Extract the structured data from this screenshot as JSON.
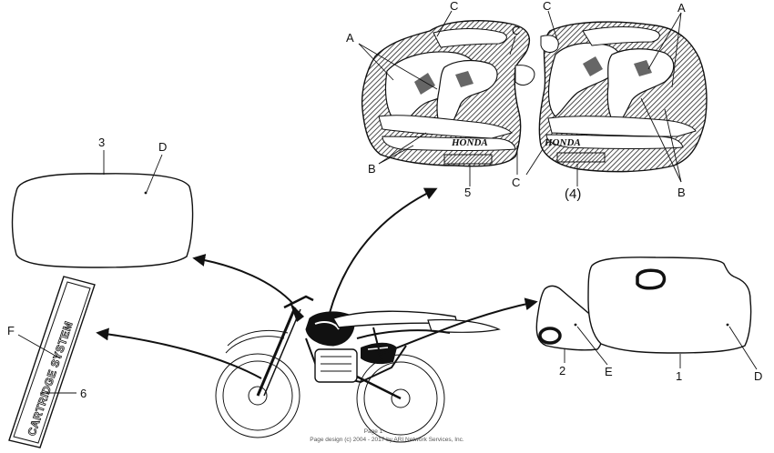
{
  "parts": {
    "p1": "1",
    "p2": "2",
    "p3": "3",
    "p4": "(4)",
    "p5": "5",
    "p6": "6"
  },
  "callouts": {
    "a": "A",
    "b": "B",
    "c": "C",
    "d": "D",
    "e": "E",
    "f": "F"
  },
  "decal_text": {
    "brand": "HONDA",
    "cartridge": "CARTRIDGE SYSTEM"
  },
  "footer": {
    "line1": "Page 1",
    "line2": "Page design (c) 2004 - 2017 by ARI Network Services, Inc."
  }
}
